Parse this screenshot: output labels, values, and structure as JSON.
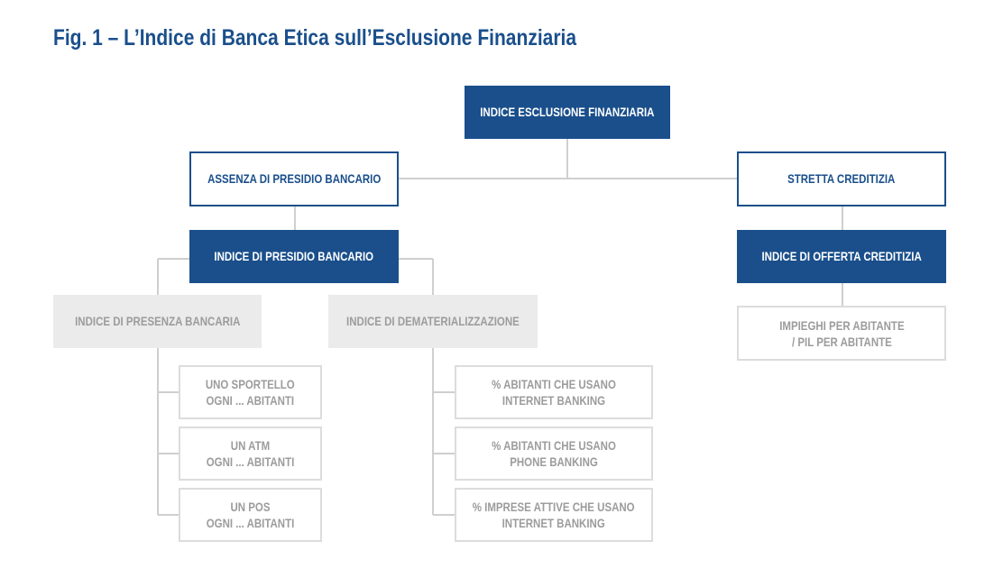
{
  "title": "Fig. 1 – L’Indice di Banca Etica sull’Esclusione Finanziaria",
  "colors": {
    "primary": "#1a4f8b",
    "grey_fill": "#ebebeb",
    "grey_text": "#9c9c9c",
    "grey_border": "#dcdcdc",
    "connector": "#cfcfcf"
  },
  "nodes": {
    "root": "INDICE ESCLUSIONE FINANZIARIA",
    "assenza": "ASSENZA DI PRESIDIO BANCARIO",
    "stretta": "STRETTA CREDITIZIA",
    "presidio": "INDICE DI PRESIDIO BANCARIO",
    "offerta": "INDICE DI OFFERTA CREDITIZIA",
    "presenza": "INDICE DI PRESENZA BANCARIA",
    "demat": "INDICE DI DEMATERIALIZZAZIONE",
    "impieghi": [
      "IMPIEGHI PER ABITANTE",
      "/ PIL PER ABITANTE"
    ],
    "sportello": [
      "UNO SPORTELLO",
      "OGNI ... ABITANTI"
    ],
    "atm": [
      "UN ATM",
      "OGNI ... ABITANTI"
    ],
    "pos": [
      "UN POS",
      "OGNI ... ABITANTI"
    ],
    "internet_banking": [
      "% ABITANTI CHE USANO",
      "INTERNET BANKING"
    ],
    "phone_banking": [
      "% ABITANTI CHE USANO",
      "PHONE BANKING"
    ],
    "imprese": [
      "% IMPRESE ATTIVE CHE USANO",
      "INTERNET BANKING"
    ]
  }
}
